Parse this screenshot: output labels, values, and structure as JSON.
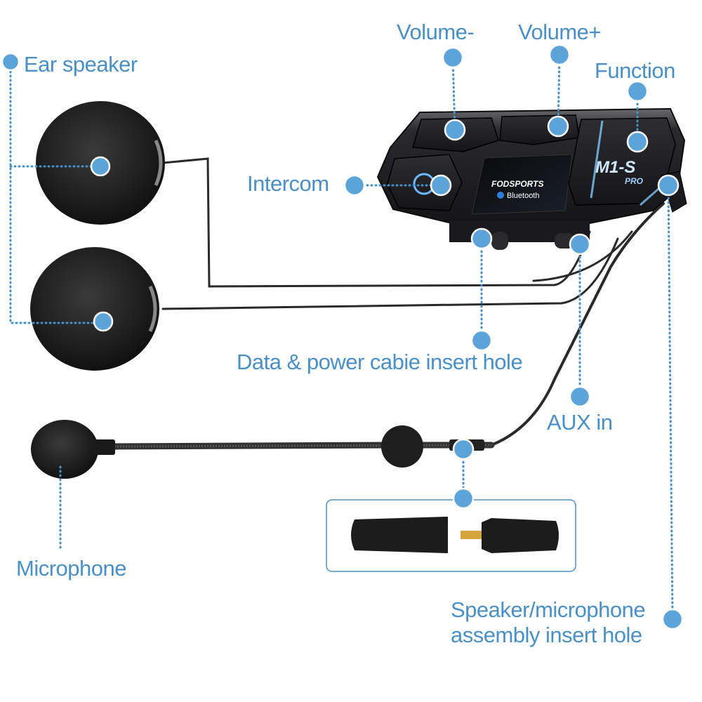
{
  "labels": {
    "ear_speaker": "Ear speaker",
    "volume_minus": "Volume-",
    "volume_plus": "Volume+",
    "function": "Function",
    "intercom": "Intercom",
    "data_power": "Data & power cabie insert hole",
    "aux_in": "AUX in",
    "microphone": "Microphone",
    "assembly_line1": "Speaker/microphone",
    "assembly_line2": "assembly insert hole"
  },
  "device": {
    "brand": "FODSPORTS",
    "bluetooth": "Bluetooth",
    "model": "M1-S",
    "model_suffix": "PRO"
  },
  "colors": {
    "callout_blue": "#4a90c8",
    "dot_fill": "#5ba3d9",
    "device_body": "#1c1c1e",
    "foam": "#222222",
    "cable": "#2a2a2a"
  }
}
